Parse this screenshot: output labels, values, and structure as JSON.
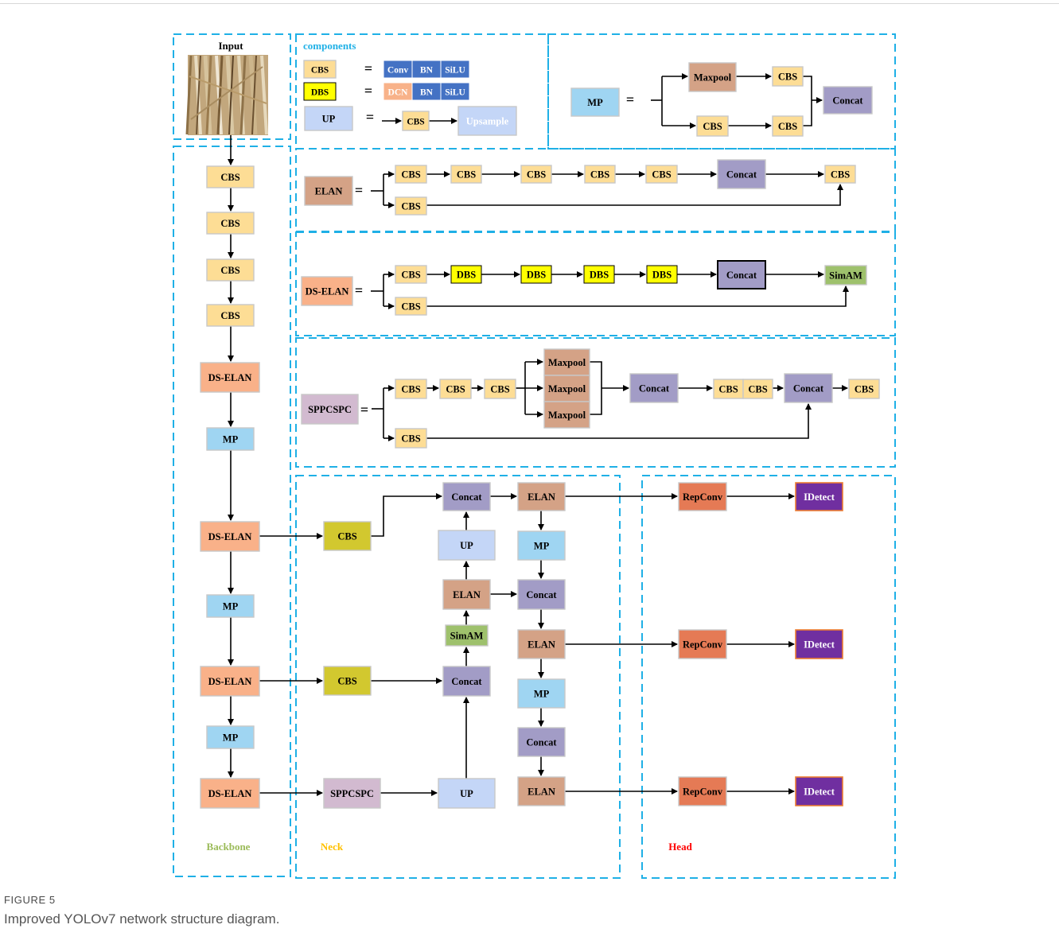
{
  "colors": {
    "frame": "#1fb0e6",
    "arrow": "#000000",
    "cbs": "#fddd95",
    "dbs": "#ffff00",
    "dsElan": "#f9b189",
    "elan": "#d4a286",
    "mp": "#9fd5f2",
    "up": "#c4d6f7",
    "concat": "#a29cc6",
    "maxpool": "#d4a286",
    "sppcspc": "#d2bad0",
    "simam": "#9ec16c",
    "neckCbs": "#d2c82f",
    "repconv": "#e57a55",
    "idetect": "#702fa0",
    "blue": "#4472c4",
    "dcn": "#f8b289",
    "componentsTitle": "#1fb0e6",
    "backbone": "#9bbb59",
    "neck": "#ffc000",
    "head": "#ff0000"
  },
  "labels": {
    "input": "Input",
    "components": "components",
    "backbone": "Backbone",
    "neck": "Neck",
    "head": "Head",
    "eq": "="
  },
  "caption": {
    "label": "FIGURE 5",
    "text": "Improved YOLOv7 network structure diagram."
  },
  "diagram": {
    "nodes": [
      {
        "id": "bb-cbs1",
        "text": "CBS",
        "type": "cbs"
      },
      {
        "id": "bb-cbs2",
        "text": "CBS",
        "type": "cbs"
      },
      {
        "id": "bb-cbs3",
        "text": "CBS",
        "type": "cbs"
      },
      {
        "id": "bb-cbs4",
        "text": "CBS",
        "type": "cbs"
      },
      {
        "id": "bb-dselan1",
        "text": "DS-ELAN",
        "type": "dsElan"
      },
      {
        "id": "bb-mp1",
        "text": "MP",
        "type": "mp"
      },
      {
        "id": "bb-dselan2",
        "text": "DS-ELAN",
        "type": "dsElan"
      },
      {
        "id": "bb-mp2",
        "text": "MP",
        "type": "mp"
      },
      {
        "id": "bb-dselan3",
        "text": "DS-ELAN",
        "type": "dsElan"
      },
      {
        "id": "bb-mp3",
        "text": "MP",
        "type": "mp"
      },
      {
        "id": "bb-dselan4",
        "text": "DS-ELAN",
        "type": "dsElan"
      },
      {
        "id": "cmp-cbs",
        "text": "CBS",
        "type": "cbs"
      },
      {
        "id": "cmp-conv",
        "text": "Conv",
        "type": "blue"
      },
      {
        "id": "cmp-bn1",
        "text": "BN",
        "type": "blue"
      },
      {
        "id": "cmp-silu1",
        "text": "SiLU",
        "type": "blue"
      },
      {
        "id": "cmp-dbs",
        "text": "DBS",
        "type": "dbs"
      },
      {
        "id": "cmp-dcn",
        "text": "DCN",
        "type": "dcn"
      },
      {
        "id": "cmp-bn2",
        "text": "BN",
        "type": "blue"
      },
      {
        "id": "cmp-silu2",
        "text": "SiLU",
        "type": "blue"
      },
      {
        "id": "cmp-up",
        "text": "UP",
        "type": "up"
      },
      {
        "id": "cmp-up-cbs",
        "text": "CBS",
        "type": "cbs"
      },
      {
        "id": "cmp-upsample",
        "text": "Upsample",
        "type": "up"
      },
      {
        "id": "mp-label",
        "text": "MP",
        "type": "mp"
      },
      {
        "id": "mp-maxpool",
        "text": "Maxpool",
        "type": "maxpool"
      },
      {
        "id": "mp-cbs1",
        "text": "CBS",
        "type": "cbs"
      },
      {
        "id": "mp-cbs2",
        "text": "CBS",
        "type": "cbs"
      },
      {
        "id": "mp-cbs3",
        "text": "CBS",
        "type": "cbs"
      },
      {
        "id": "mp-concat",
        "text": "Concat",
        "type": "concat"
      },
      {
        "id": "elan-label",
        "text": "ELAN",
        "type": "elan"
      },
      {
        "id": "elan-cbs1",
        "text": "CBS",
        "type": "cbs"
      },
      {
        "id": "elan-cbs2",
        "text": "CBS",
        "type": "cbs"
      },
      {
        "id": "elan-cbs3",
        "text": "CBS",
        "type": "cbs"
      },
      {
        "id": "elan-cbs4",
        "text": "CBS",
        "type": "cbs"
      },
      {
        "id": "elan-cbs5",
        "text": "CBS",
        "type": "cbs"
      },
      {
        "id": "elan-concat",
        "text": "Concat",
        "type": "concat"
      },
      {
        "id": "elan-cbs-out",
        "text": "CBS",
        "type": "cbs"
      },
      {
        "id": "elan-cbs-low",
        "text": "CBS",
        "type": "cbs"
      },
      {
        "id": "dselan-label",
        "text": "DS-ELAN",
        "type": "dsElan"
      },
      {
        "id": "dselan-cbs1",
        "text": "CBS",
        "type": "cbs"
      },
      {
        "id": "dselan-dbs1",
        "text": "DBS",
        "type": "dbs"
      },
      {
        "id": "dselan-dbs2",
        "text": "DBS",
        "type": "dbs"
      },
      {
        "id": "dselan-dbs3",
        "text": "DBS",
        "type": "dbs"
      },
      {
        "id": "dselan-dbs4",
        "text": "DBS",
        "type": "dbs"
      },
      {
        "id": "dselan-concat",
        "text": "Concat",
        "type": "concat"
      },
      {
        "id": "dselan-simam",
        "text": "SimAM",
        "type": "simam"
      },
      {
        "id": "dselan-cbs-low",
        "text": "CBS",
        "type": "cbs"
      },
      {
        "id": "spp-label",
        "text": "SPPCSPC",
        "type": "sppcspc"
      },
      {
        "id": "spp-cbs1",
        "text": "CBS",
        "type": "cbs"
      },
      {
        "id": "spp-cbs2",
        "text": "CBS",
        "type": "cbs"
      },
      {
        "id": "spp-cbs3",
        "text": "CBS",
        "type": "cbs"
      },
      {
        "id": "spp-maxpool1",
        "text": "Maxpool",
        "type": "maxpool"
      },
      {
        "id": "spp-maxpool2",
        "text": "Maxpool",
        "type": "maxpool"
      },
      {
        "id": "spp-maxpool3",
        "text": "Maxpool",
        "type": "maxpool"
      },
      {
        "id": "spp-concat1",
        "text": "Concat",
        "type": "concat"
      },
      {
        "id": "spp-cbs4",
        "text": "CBS",
        "type": "cbs"
      },
      {
        "id": "spp-cbs5",
        "text": "CBS",
        "type": "cbs"
      },
      {
        "id": "spp-concat2",
        "text": "Concat",
        "type": "concat"
      },
      {
        "id": "spp-cbs-out",
        "text": "CBS",
        "type": "cbs"
      },
      {
        "id": "spp-cbs-low",
        "text": "CBS",
        "type": "cbs"
      },
      {
        "id": "nk-cbs1",
        "text": "CBS",
        "type": "neckCbs"
      },
      {
        "id": "nk-cbs2",
        "text": "CBS",
        "type": "neckCbs"
      },
      {
        "id": "nk-sppcspc",
        "text": "SPPCSPC",
        "type": "sppcspc"
      },
      {
        "id": "nk-up-bottom",
        "text": "UP",
        "type": "up"
      },
      {
        "id": "nk-concat-mid",
        "text": "Concat",
        "type": "concat"
      },
      {
        "id": "nk-simam",
        "text": "SimAM",
        "type": "simam"
      },
      {
        "id": "nk-elan-mid",
        "text": "ELAN",
        "type": "elan"
      },
      {
        "id": "nk-up-top",
        "text": "UP",
        "type": "up"
      },
      {
        "id": "nk-concat-top",
        "text": "Concat",
        "type": "concat"
      },
      {
        "id": "nk-elan1",
        "text": "ELAN",
        "type": "elan"
      },
      {
        "id": "nk-mp1",
        "text": "MP",
        "type": "mp"
      },
      {
        "id": "nk-concat2",
        "text": "Concat",
        "type": "concat"
      },
      {
        "id": "nk-elan2",
        "text": "ELAN",
        "type": "elan"
      },
      {
        "id": "nk-mp2",
        "text": "MP",
        "type": "mp"
      },
      {
        "id": "nk-concat3",
        "text": "Concat",
        "type": "concat"
      },
      {
        "id": "nk-elan3",
        "text": "ELAN",
        "type": "elan"
      },
      {
        "id": "hd-repconv1",
        "text": "RepConv",
        "type": "repconv"
      },
      {
        "id": "hd-repconv2",
        "text": "RepConv",
        "type": "repconv"
      },
      {
        "id": "hd-repconv3",
        "text": "RepConv",
        "type": "repconv"
      },
      {
        "id": "hd-idetect1",
        "text": "IDetect",
        "type": "idetect"
      },
      {
        "id": "hd-idetect2",
        "text": "IDetect",
        "type": "idetect"
      },
      {
        "id": "hd-idetect3",
        "text": "IDetect",
        "type": "idetect"
      }
    ],
    "edges": [
      [
        "input",
        "bb-cbs1"
      ],
      [
        "bb-cbs1",
        "bb-cbs2"
      ],
      [
        "bb-cbs2",
        "bb-cbs3"
      ],
      [
        "bb-cbs3",
        "bb-cbs4"
      ],
      [
        "bb-cbs4",
        "bb-dselan1"
      ],
      [
        "bb-dselan1",
        "bb-mp1"
      ],
      [
        "bb-mp1",
        "bb-dselan2"
      ],
      [
        "bb-dselan2",
        "bb-mp2"
      ],
      [
        "bb-mp2",
        "bb-dselan3"
      ],
      [
        "bb-dselan3",
        "bb-mp3"
      ],
      [
        "bb-mp3",
        "bb-dselan4"
      ],
      [
        "bb-dselan2",
        "nk-cbs1"
      ],
      [
        "bb-dselan3",
        "nk-cbs2"
      ],
      [
        "bb-dselan4",
        "nk-sppcspc"
      ],
      [
        "nk-sppcspc",
        "nk-up-bottom"
      ],
      [
        "nk-up-bottom",
        "nk-concat-mid"
      ],
      [
        "nk-cbs2",
        "nk-concat-mid"
      ],
      [
        "nk-concat-mid",
        "nk-simam"
      ],
      [
        "nk-simam",
        "nk-elan-mid"
      ],
      [
        "nk-elan-mid",
        "nk-up-top"
      ],
      [
        "nk-up-top",
        "nk-concat-top"
      ],
      [
        "nk-cbs1",
        "nk-concat-top"
      ],
      [
        "nk-concat-top",
        "nk-elan1"
      ],
      [
        "nk-elan1",
        "nk-mp1"
      ],
      [
        "nk-mp1",
        "nk-concat2"
      ],
      [
        "nk-elan-mid",
        "nk-concat2"
      ],
      [
        "nk-concat2",
        "nk-elan2"
      ],
      [
        "nk-elan2",
        "nk-mp2"
      ],
      [
        "nk-mp2",
        "nk-concat3"
      ],
      [
        "nk-concat3",
        "nk-elan3"
      ],
      [
        "nk-elan1",
        "hd-repconv1"
      ],
      [
        "nk-elan2",
        "hd-repconv2"
      ],
      [
        "nk-elan3",
        "hd-repconv3"
      ],
      [
        "hd-repconv1",
        "hd-idetect1"
      ],
      [
        "hd-repconv2",
        "hd-idetect2"
      ],
      [
        "hd-repconv3",
        "hd-idetect3"
      ]
    ]
  }
}
